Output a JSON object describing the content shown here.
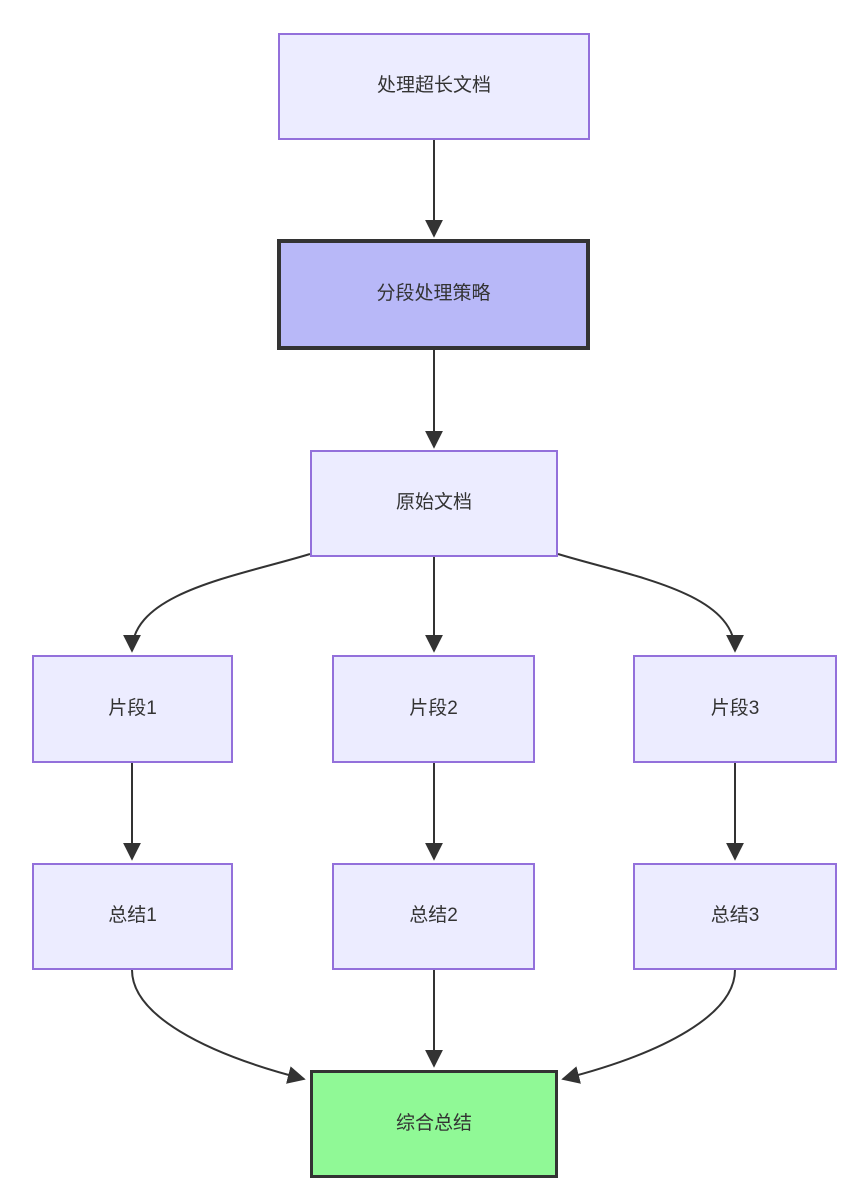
{
  "diagram": {
    "type": "flowchart",
    "direction": "top-down",
    "nodes": {
      "process_long_doc": {
        "label": "处理超长文档",
        "style": "default"
      },
      "segment_strategy": {
        "label": "分段处理策略",
        "style": "highlight"
      },
      "original_doc": {
        "label": "原始文档",
        "style": "default"
      },
      "fragment_1": {
        "label": "片段1",
        "style": "default"
      },
      "fragment_2": {
        "label": "片段2",
        "style": "default"
      },
      "fragment_3": {
        "label": "片段3",
        "style": "default"
      },
      "summary_1": {
        "label": "总结1",
        "style": "default"
      },
      "summary_2": {
        "label": "总结2",
        "style": "default"
      },
      "summary_3": {
        "label": "总结3",
        "style": "default"
      },
      "final_summary": {
        "label": "综合总结",
        "style": "final"
      }
    },
    "edges": [
      {
        "from": "process_long_doc",
        "to": "segment_strategy"
      },
      {
        "from": "segment_strategy",
        "to": "original_doc"
      },
      {
        "from": "original_doc",
        "to": "fragment_1"
      },
      {
        "from": "original_doc",
        "to": "fragment_2"
      },
      {
        "from": "original_doc",
        "to": "fragment_3"
      },
      {
        "from": "fragment_1",
        "to": "summary_1"
      },
      {
        "from": "fragment_2",
        "to": "summary_2"
      },
      {
        "from": "fragment_3",
        "to": "summary_3"
      },
      {
        "from": "summary_1",
        "to": "final_summary"
      },
      {
        "from": "summary_2",
        "to": "final_summary"
      },
      {
        "from": "summary_3",
        "to": "final_summary"
      }
    ],
    "colors": {
      "background": "#ffffff",
      "node_fill": "#ececff",
      "node_border": "#9370db",
      "highlight_fill": "#b8b8f8",
      "highlight_border": "#333333",
      "final_fill": "#90f996",
      "final_border": "#333333",
      "edge": "#333333",
      "text": "#333333"
    }
  }
}
